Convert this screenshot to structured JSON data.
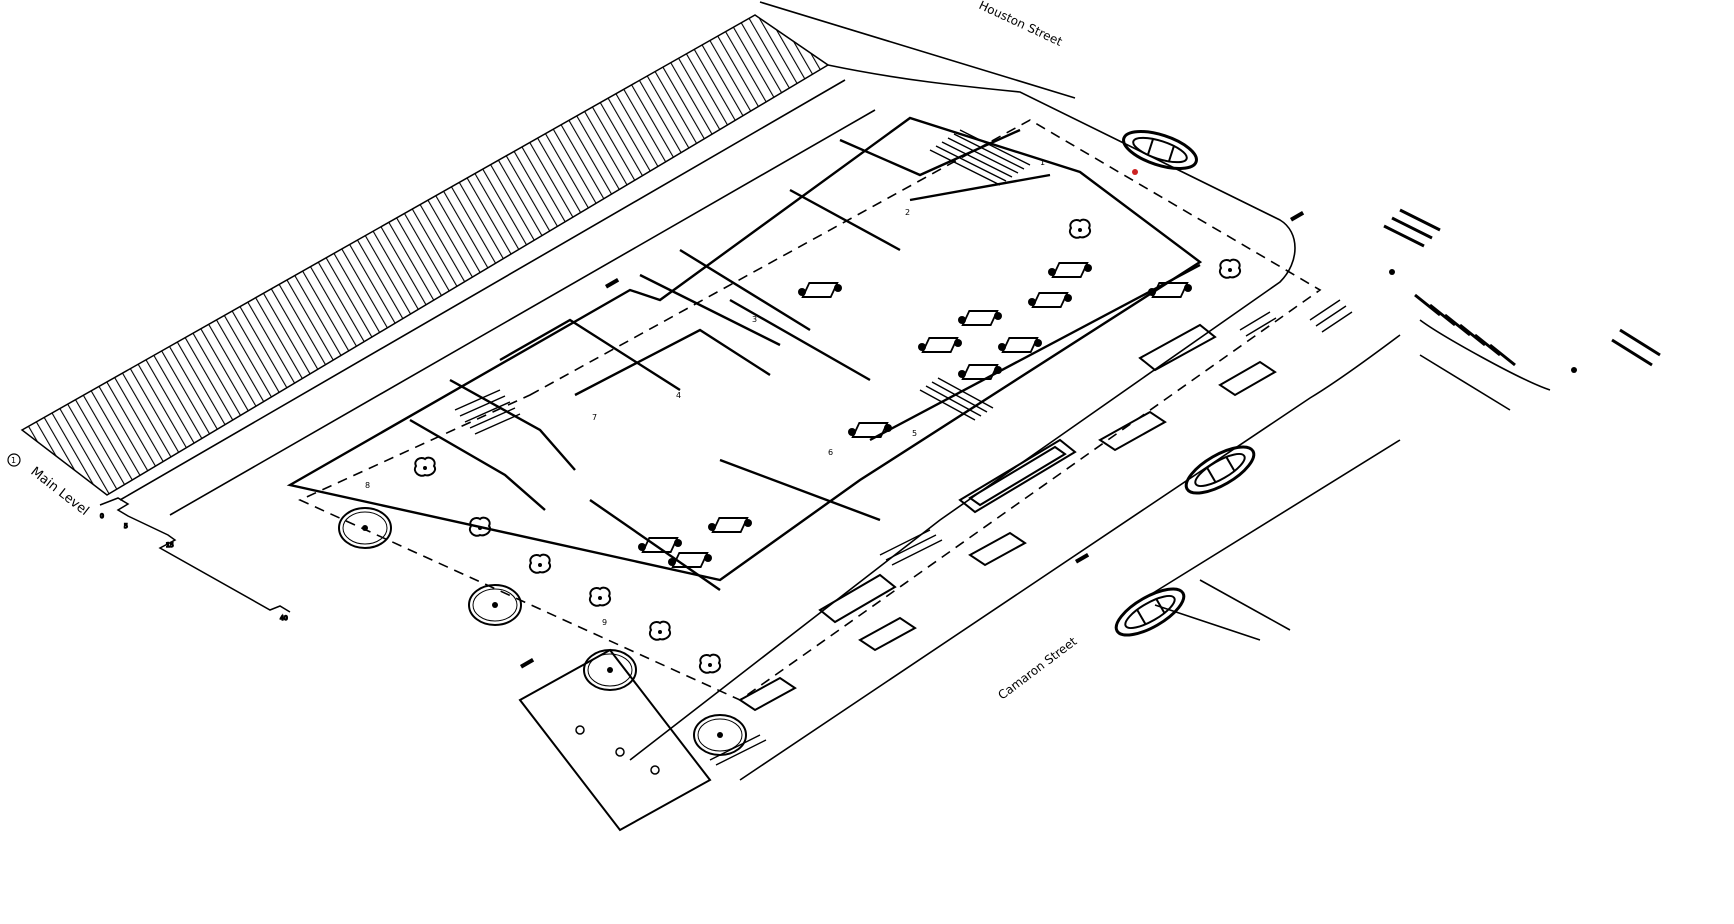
{
  "streets": {
    "north": "Houston Street",
    "south": "Camaron Street"
  },
  "title": {
    "number": "1",
    "text": "Main Level"
  },
  "room_numbers": [
    "1",
    "2",
    "3",
    "4",
    "5",
    "6",
    "7",
    "8",
    "9"
  ],
  "colors": {
    "ink": "#000000",
    "paper": "#ffffff",
    "accent": "#cc2222"
  }
}
